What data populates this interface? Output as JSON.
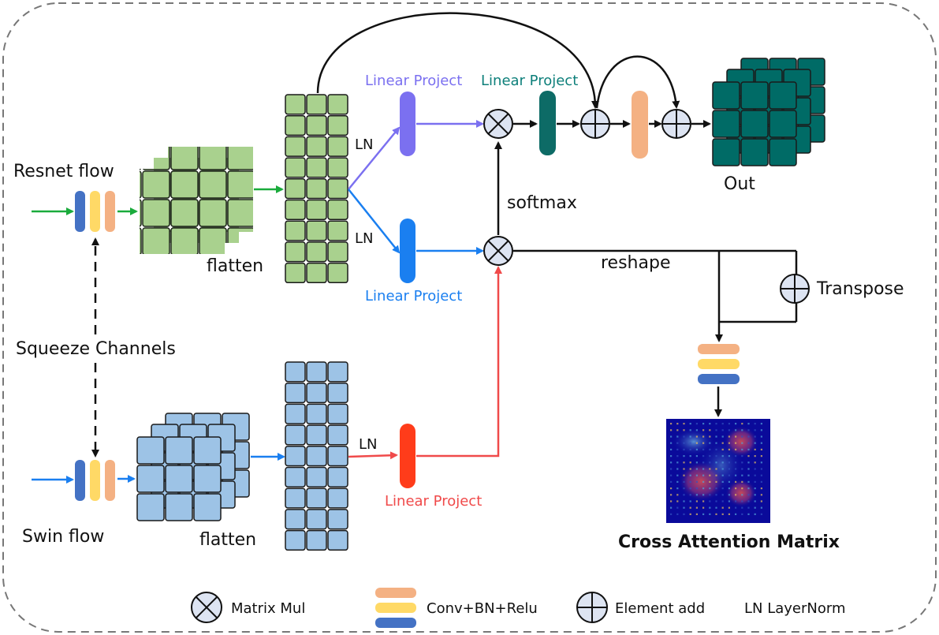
{
  "labels": {
    "resnet_flow": "Resnet flow",
    "swin_flow": "Swin flow",
    "squeeze_channels": "Squeeze Channels",
    "flatten_top": "flatten",
    "flatten_bottom": "flatten",
    "ln_top": "LN",
    "ln_mid": "LN",
    "ln_bottom": "LN",
    "linear_project_purple": "Linear Project",
    "linear_project_teal": "Linear Project",
    "linear_project_blue": "Linear Project",
    "linear_project_red": "Linear Project",
    "softmax": "softmax",
    "reshape": "reshape",
    "transpose": "Transpose",
    "out": "Out",
    "cross_attention_matrix": "Cross Attention Matrix"
  },
  "legend": {
    "matrix_mul": "Matrix Mul",
    "conv_bn_relu": "Conv+BN+Relu",
    "element_add": "Element add",
    "layernorm": "LN LayerNorm"
  },
  "colors": {
    "green_grid": "#a9d18e",
    "blue_grid": "#9dc3e6",
    "teal_grid": "#006b66",
    "resnet_arrow": "#1aab3c",
    "swin_arrow": "#1a7ff0",
    "purple": "#7b70f0",
    "blue": "#1a7ff0",
    "red": "#f04a4a",
    "red_bar": "#ff3c1a",
    "teal_bar": "#0d6b66",
    "peach": "#f4b183",
    "yellow": "#ffd966",
    "dark_blue": "#4472c4",
    "heatmap_bg": "#0a0a9a"
  }
}
